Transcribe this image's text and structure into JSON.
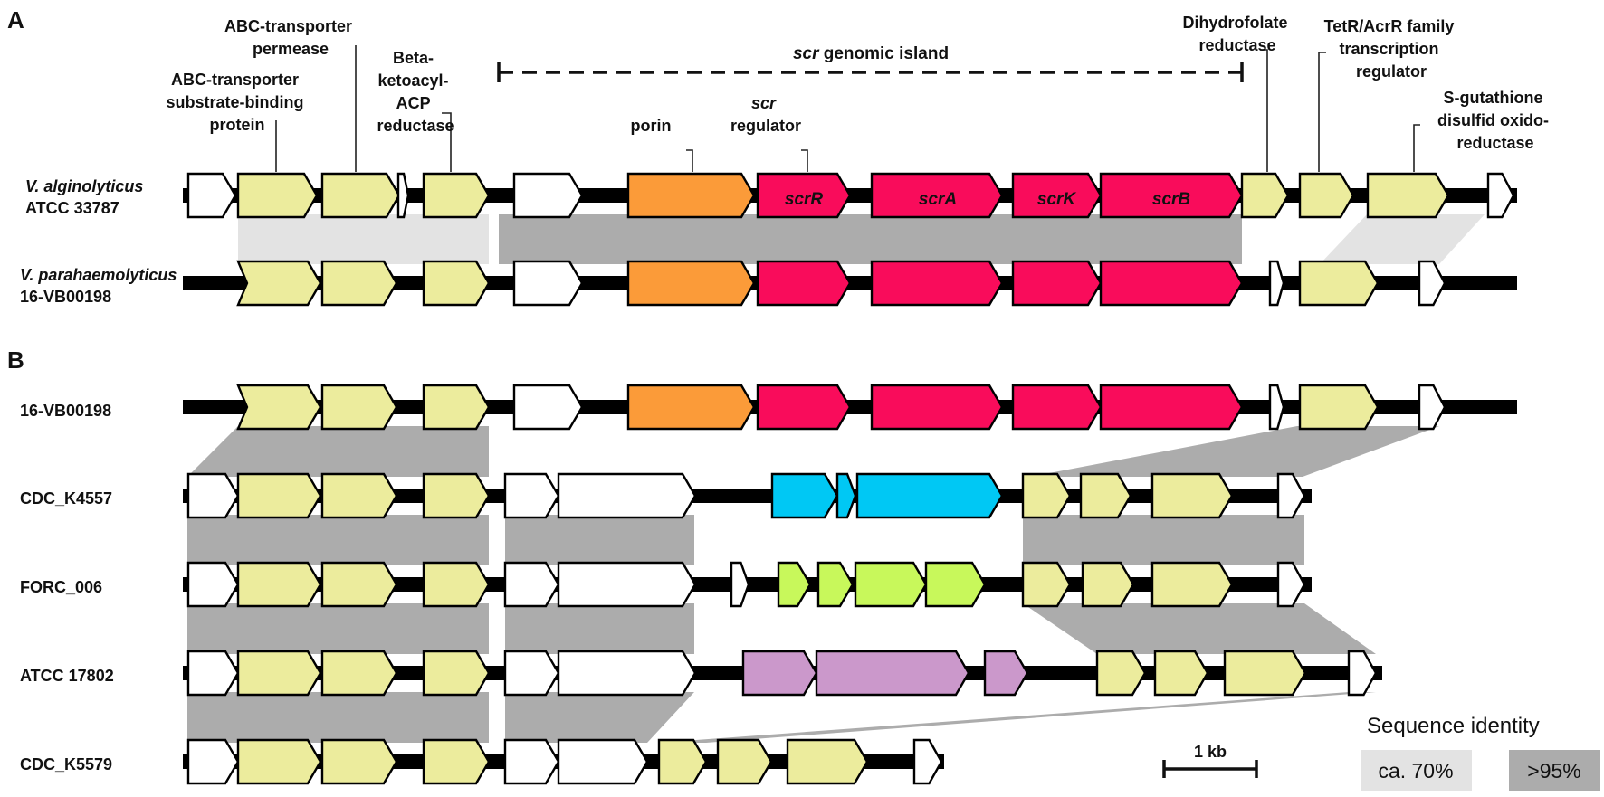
{
  "panels": {
    "a": "A",
    "b": "B"
  },
  "island": {
    "pre": "scr",
    "post": " genomic island"
  },
  "annotations": {
    "abc_sbp": [
      "ABC-transporter",
      "substrate-binding",
      "protein"
    ],
    "abc_perm": [
      "ABC-transporter",
      "permease"
    ],
    "beta": [
      "Beta-",
      "ketoacyl-",
      "ACP",
      "reductase"
    ],
    "porin": "porin",
    "scr_reg": [
      "scr",
      "regulator"
    ],
    "dhfr": [
      "Dihydrofolate",
      "reductase"
    ],
    "tetr": [
      "TetR/AcrR family",
      "transcription",
      "regulator"
    ],
    "sgsh": [
      "S-gutathione",
      "disulfid oxido-",
      "reductase"
    ]
  },
  "strains": {
    "valg_species": "V. alginolyticus",
    "valg_id": "ATCC 33787",
    "vpara_species": "V. parahaemolyticus",
    "vpara_id": "16-VB00198",
    "b1": "16-VB00198",
    "b2": "CDC_K4557",
    "b3": "FORC_006",
    "b4": "ATCC 17802",
    "b5": "CDC_K5579"
  },
  "gene_names": {
    "scrR": "scrR",
    "scrA": "scrA",
    "scrK": "scrK",
    "scrB": "scrB"
  },
  "scale_bar": "1 kb",
  "legend": {
    "title": "Sequence identity",
    "low": "ca. 70%",
    "high": ">95%"
  },
  "colors": {
    "abc_yellow": "#ecec9d",
    "porin_orange": "#fb9b39",
    "scr_magenta": "#f90c5b",
    "cluster_blue": "#00c8f4",
    "cluster_green": "#c8f85b",
    "cluster_purple": "#cb98cb",
    "identity_high": "#acacac",
    "identity_low": "#e3e3e3"
  }
}
